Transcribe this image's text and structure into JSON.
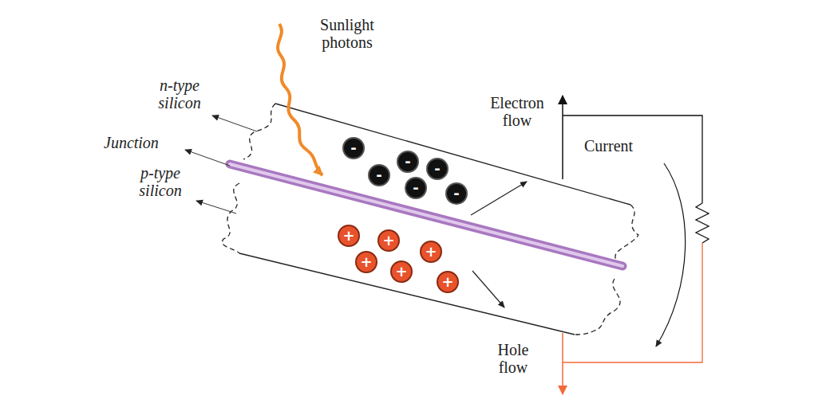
{
  "diagram": {
    "nodes": [
      {
        "text": [
          "-"
        ]
      },
      {
        "text": [
          "-"
        ]
      },
      {
        "text": [
          "-"
        ]
      },
      {
        "text": [
          "-"
        ]
      },
      {
        "text": [
          "-"
        ]
      },
      {
        "text": [
          "-"
        ]
      },
      {
        "text": [
          "+"
        ]
      },
      {
        "text": [
          "+"
        ]
      },
      {
        "text": [
          "+"
        ]
      },
      {
        "text": [
          "+"
        ]
      },
      {
        "text": [
          "+"
        ]
      },
      {
        "text": [
          "+"
        ]
      }
    ],
    "labels": [
      "Sunlight photons",
      "n-type silicon",
      "Junction",
      "p-type silicon",
      "Electron flow",
      "Current",
      "Hole flow"
    ]
  }
}
